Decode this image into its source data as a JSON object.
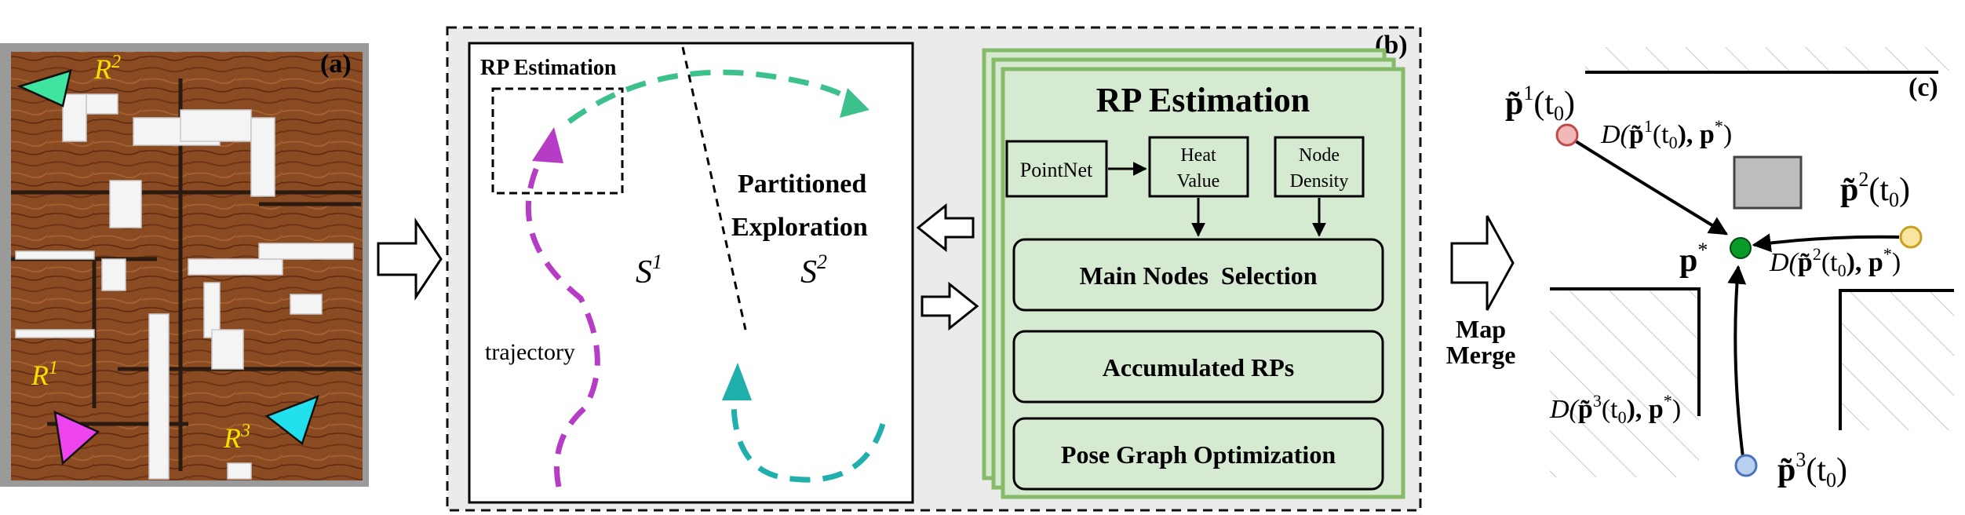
{
  "panel_a": {
    "tag": "(a)",
    "robots": [
      {
        "label": "R",
        "sup": "2",
        "color": "#3ee4a0"
      },
      {
        "label": "R",
        "sup": "1",
        "color": "#ee44ee"
      },
      {
        "label": "R",
        "sup": "3",
        "color": "#22e0ee"
      }
    ]
  },
  "panel_b": {
    "tag": "(b)",
    "left": {
      "title": "RP Estimation",
      "trajectory": "trajectory",
      "region1": "S",
      "region1_sup": "1",
      "region2": "S",
      "region2_sup": "2",
      "partitioned_line1": "Partitioned",
      "partitioned_line2": "Exploration"
    },
    "right": {
      "title": "RP Estimation",
      "pointnet": "PointNet",
      "heat_line1": "Heat",
      "heat_line2": "Value",
      "node_line1": "Node",
      "node_line2": "Density",
      "step1": "Main Nodes  Selection",
      "step2": "Accumulated RPs",
      "step3": "Pose Graph Optimization"
    }
  },
  "map_merge": {
    "line1": "Map",
    "line2": "Merge"
  },
  "panel_c": {
    "tag": "(c)",
    "p1": "p̃",
    "p2": "p̃",
    "p3": "p̃",
    "t0": "(t",
    "t0_sub": "0",
    "t0_close": ")",
    "pstar": "p",
    "star": "*",
    "d_prefix": "D(",
    "d_mid": "(t",
    "d_tail": "), p",
    "close": ")",
    "colors": {
      "p1": "#f2b8b8",
      "p2": "#f8e6a0",
      "p3": "#b8cff0",
      "pstar": "#0a9a2a"
    }
  },
  "colors": {
    "green_block": "#d5ead0",
    "green_border": "#86bb6a",
    "gray_bg": "#ebebeb",
    "teal_arrow": "#1fb0ae",
    "green_arrow": "#3cc08c",
    "magenta_arrow": "#b63cc6"
  }
}
